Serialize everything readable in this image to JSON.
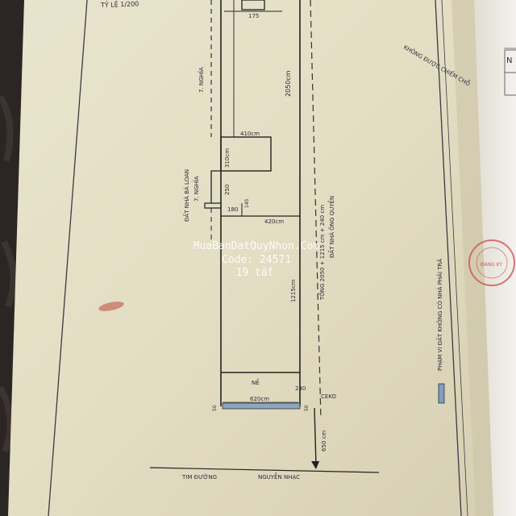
{
  "watermark": {
    "site": "MuaBanDatQuyNhon.Com",
    "code": "Code: 24571",
    "note": "19 tất"
  },
  "plan": {
    "scale": "TỶ LỆ 1/200",
    "top_width": "175",
    "rear_depth": "2050cm",
    "neighbor_top": "7. NGHĨA",
    "upper_width": "410cm",
    "upper_step": "310cm",
    "neighbor_left": "ĐẤT NHÀ BÀ LOAN",
    "neighbor_mid": "7. NGHĨA",
    "step_a": "250",
    "step_b": "180",
    "step_c": "145",
    "mid_width": "420cm",
    "depth_total": "TỔNG 2050 + 1215 cm + 240 cm",
    "neighbor_right": "ĐẤT NHÀ ÔNG QUYỀN",
    "front_depth": "1215cm",
    "porch_label": "NỀ",
    "front_width": "620cm",
    "porch_depth": "240",
    "offset_left": "50",
    "offset_right": "50",
    "marker": "CEKO",
    "road_setback": "650 cm",
    "road_label": "TIM ĐƯỜNG",
    "road_name": "NGUYỄN NHẠC",
    "legend_text": "PHẠM VI ĐẤT KHÔNG CÓ NHÀ PHẢI TRẢ",
    "side_note": "KHÔNG ĐƯỢC CHIẾM CHỖ",
    "stamp_text": "ĐĂNG KÝ",
    "corner_text": "N"
  }
}
